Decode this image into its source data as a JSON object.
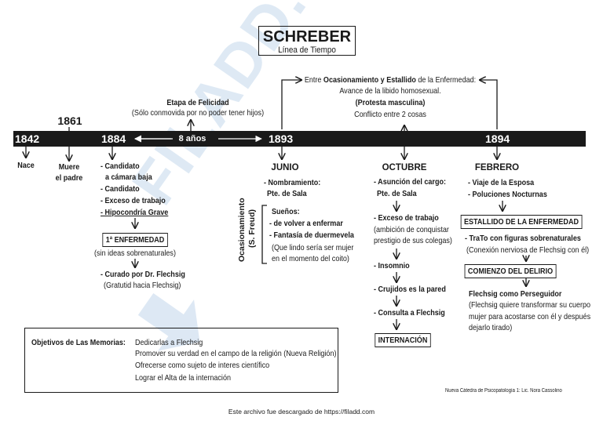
{
  "title": "SCHREBER",
  "subtitle": "Línea de Tiempo",
  "watermark": "FILADD.COM",
  "timeline": {
    "y1842": "1842",
    "y1884": "1884",
    "y1893": "1893",
    "y1894": "1894",
    "span_label": "8 años"
  },
  "above": {
    "y1861": "1861",
    "felicidad_title": "Etapa de Felicidad",
    "felicidad_note": "(Sólo conmovida por no poder tener hijos)",
    "outbreak_pre": "Entre ",
    "outbreak_bold": "Ocasionamiento y Estallido",
    "outbreak_post": " de la Enfermedad:",
    "outbreak_line2": "Avance de la libido homosexual.",
    "outbreak_line3": "(Protesta masculina)",
    "outbreak_line4": "Conflicto entre 2 cosas"
  },
  "y1842_col": {
    "label": "Nace"
  },
  "y1861_col": {
    "line1": "Muere",
    "line2": "el padre"
  },
  "y1884_col": {
    "item1a": "- Candidato",
    "item1b": "a cámara baja",
    "item2": "- Candidato",
    "item3": "- Exceso de trabajo",
    "item4": "- Hipocondría Grave",
    "box1": "1ª ENFERMEDAD",
    "note1": "(sin ideas sobrenaturales)",
    "item5": "- Curado por Dr. Flechsig",
    "note2": "(Gratutid hacia Flechsig)"
  },
  "junio": {
    "month": "JUNIO",
    "item1a": "- Nombramiento:",
    "item1b": "Pte. de Sala",
    "vertical1": "Ocasionamiento",
    "vertical2": "(S. Freud)",
    "suenos": "Sueños:",
    "s1": "- de volver a enfermar",
    "s2": "- Fantasía de duermevela",
    "s3a": "(Que lindo sería ser mujer",
    "s3b": "en  el momento del coito)"
  },
  "octubre": {
    "month": "OCTUBRE",
    "item1a": "- Asunción del cargo:",
    "item1b": "Pte. de Sala",
    "item2": "- Exceso de trabajo",
    "note2a": "(ambición de conquistar",
    "note2b": "prestigio de sus colegas)",
    "item3": "- Insomnio",
    "item4": "- Crujidos es la pared",
    "item5": "- Consulta a Flechsig",
    "box": "INTERNACIÓN"
  },
  "febrero": {
    "month": "FEBRERO",
    "item1": "- Viaje de la Esposa",
    "item2": "- Poluciones Nocturnas",
    "box1": "ESTALLIDO DE LA ENFERMEDAD",
    "item3": "- TraTo con figuras sobrenaturales",
    "note3": "(Conexión nerviosa de Flechsig con él)",
    "box2": "COMIENZO DEL DELIRIO",
    "item4": "Flechsig como Perseguidor",
    "note4a": "(Flechsig quiere transformar su cuerpo",
    "note4b": "mujer para acostarse con él y después",
    "note4c": "dejarlo tirado)"
  },
  "objectives": {
    "label": "Objetivos de Las Memorias:",
    "items": [
      "Dedicarlas a Flechsig",
      "Promover su verdad en el campo de la religión (Nueva Religión)",
      "Ofrecerse como sujeto de interes científico",
      "Lograr el Alta de la internación"
    ]
  },
  "credit": "Nueva Cátedra de Psicopatología 1: Lic. Nora Cassolino",
  "footer": "Este archivo fue descargado de https://filadd.com",
  "colors": {
    "ink": "#1a1a1a",
    "watermark": "#d6e4f2"
  }
}
